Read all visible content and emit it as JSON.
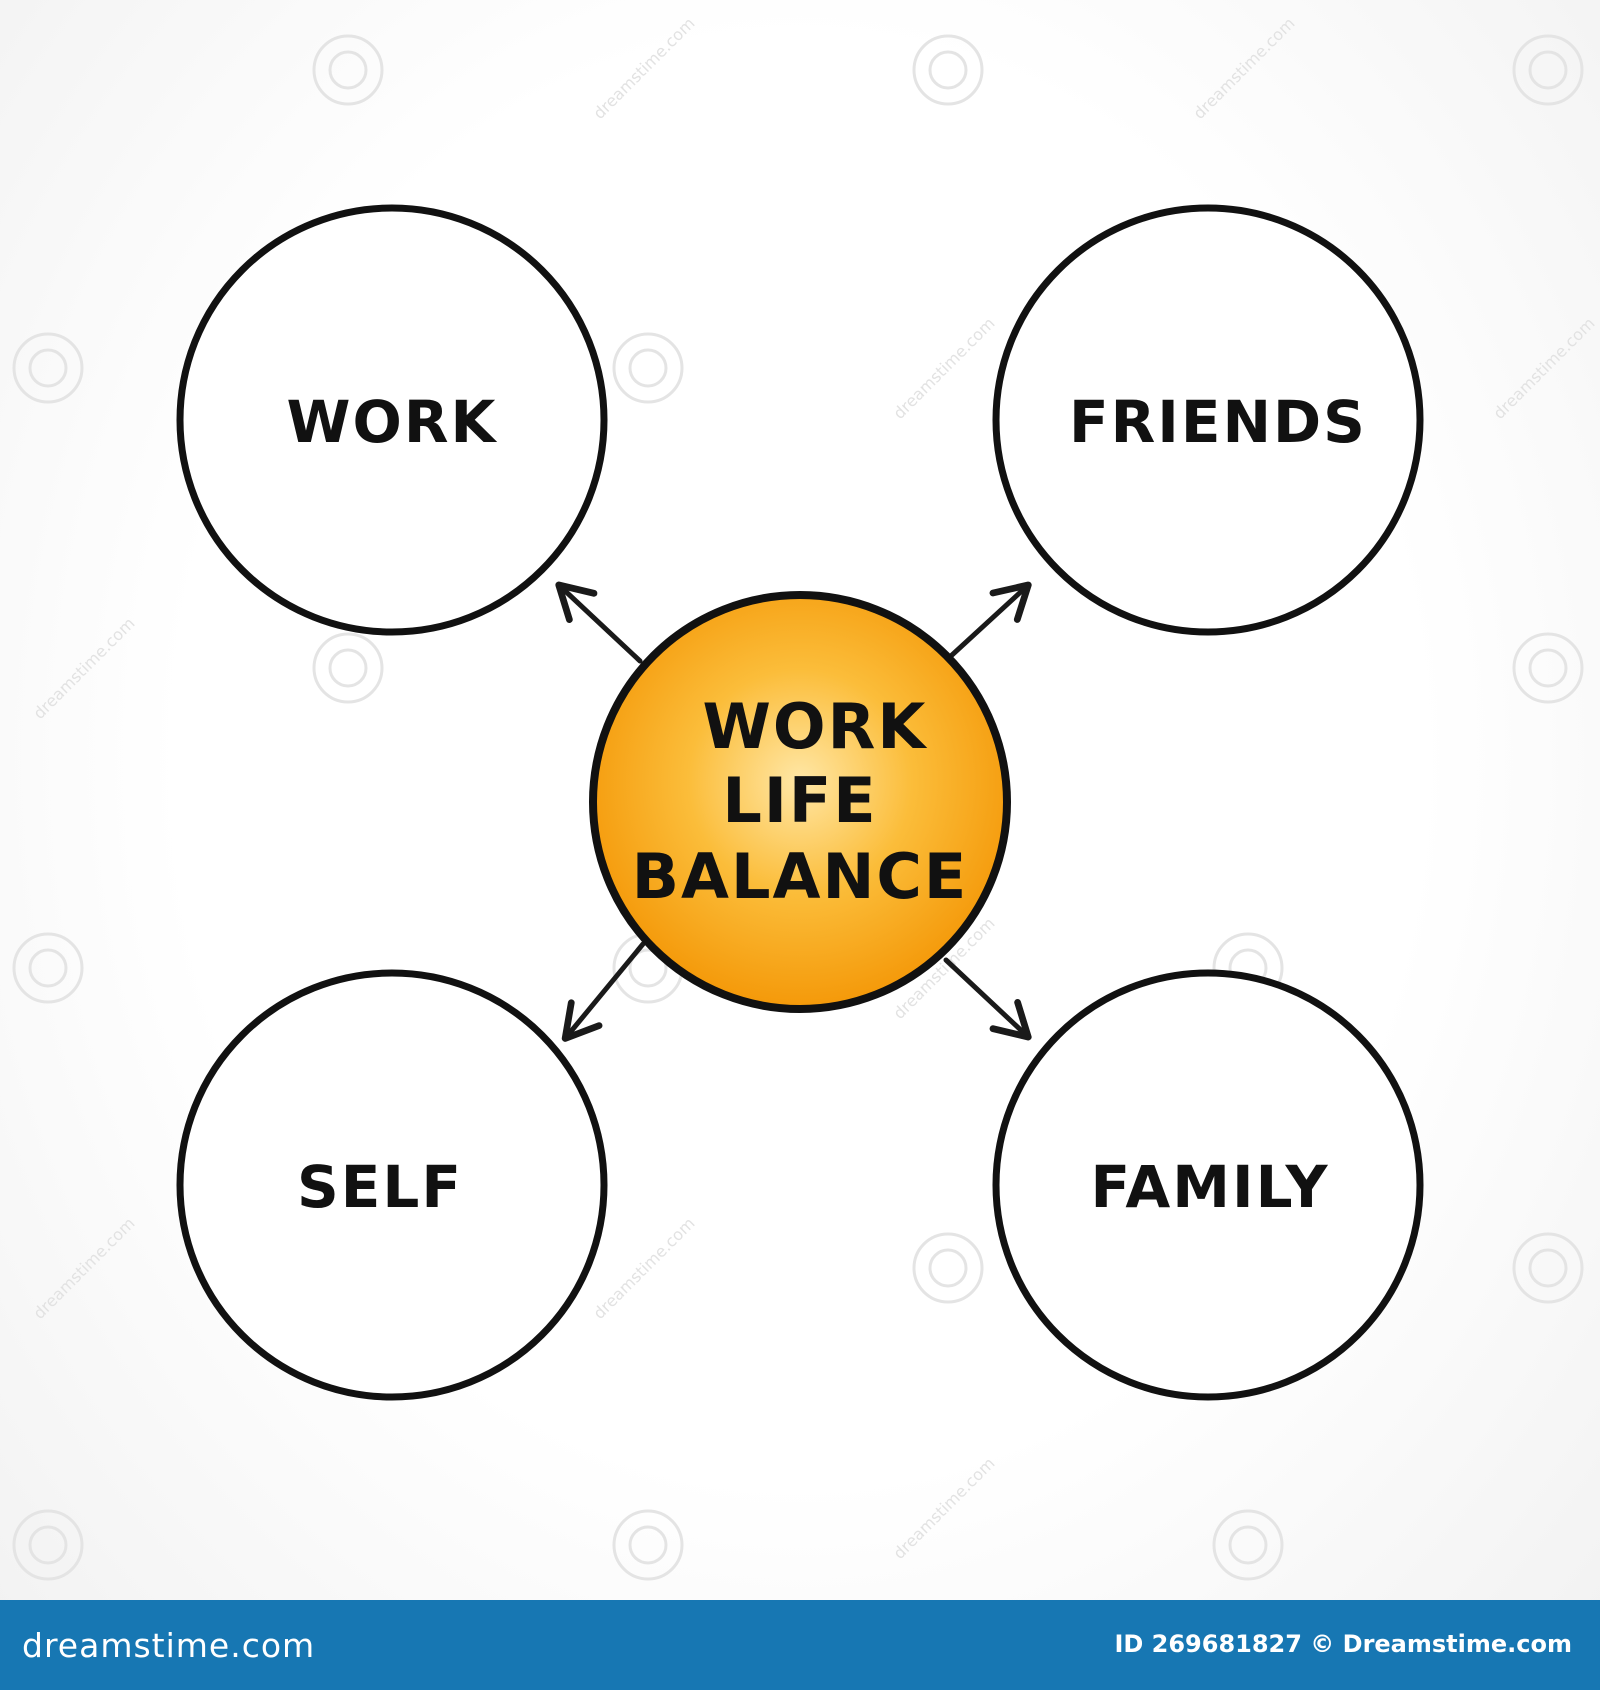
{
  "diagram": {
    "center": {
      "lines": [
        "WORK",
        "LIFE",
        "BALANCE"
      ],
      "fill_top": "#ffe6a3",
      "fill_bottom": "#f39200"
    },
    "nodes": [
      {
        "id": "work",
        "label": "WORK"
      },
      {
        "id": "friends",
        "label": "FRIENDS"
      },
      {
        "id": "self",
        "label": "SELF"
      },
      {
        "id": "family",
        "label": "FAMILY"
      }
    ],
    "stroke_color": "#111111"
  },
  "watermark": {
    "text": "dreamstime.com"
  },
  "footer": {
    "logo": "dreamstime.com",
    "id_text": "ID 269681827 © Dreamstime.com",
    "background": "#1777b3"
  }
}
